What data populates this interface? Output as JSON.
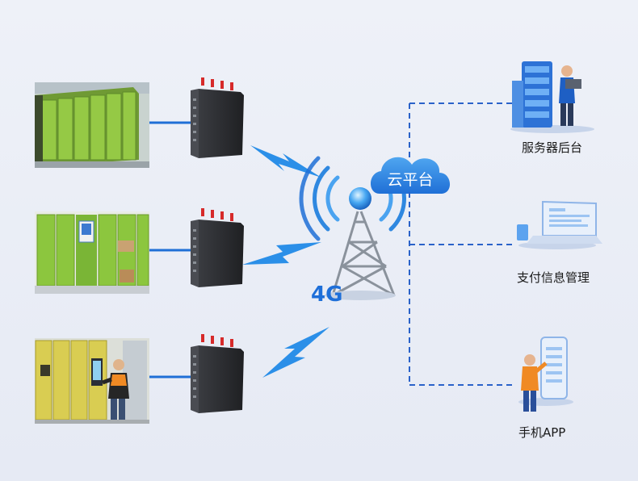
{
  "cloud": {
    "label": "云平台"
  },
  "network": {
    "label": "4G"
  },
  "endpoints": [
    {
      "label": "服务器后台"
    },
    {
      "label": "支付信息管理"
    },
    {
      "label": "手机APP"
    }
  ],
  "colors": {
    "accent": "#1f6fd6",
    "dashed_line": "#2a62c9",
    "lightning": "#2b8fe8",
    "network_label": "#1e6fd9",
    "locker_green": "#8cc63e",
    "locker_yellow": "#d9cd52",
    "router": "#2d2f33",
    "antenna": "#d62a2a"
  }
}
